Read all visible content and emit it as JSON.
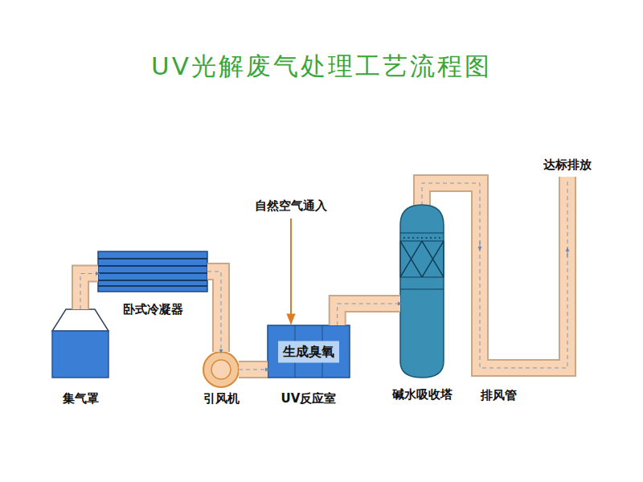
{
  "diagram": {
    "title": "UV光解废气处理工艺流程图",
    "nodes": [
      {
        "text": [
          "集气罩"
        ]
      },
      {
        "text": [
          "卧式冷凝器"
        ]
      },
      {
        "text": [
          "引风机"
        ]
      },
      {
        "text": [
          "生成臭氧",
          "UV反应室"
        ]
      },
      {
        "text": [
          "碱水吸收塔"
        ]
      }
    ],
    "edges": [
      {
        "from": 0,
        "to": 1,
        "arrow": "to"
      },
      {
        "from": 1,
        "to": 2,
        "arrow": "to"
      },
      {
        "from": 2,
        "to": 3,
        "arrow": "to"
      },
      {
        "from": 3,
        "to": 4,
        "arrow": "to"
      }
    ],
    "labels": [
      "自然空气通入",
      "排风管",
      "达标排放"
    ]
  }
}
